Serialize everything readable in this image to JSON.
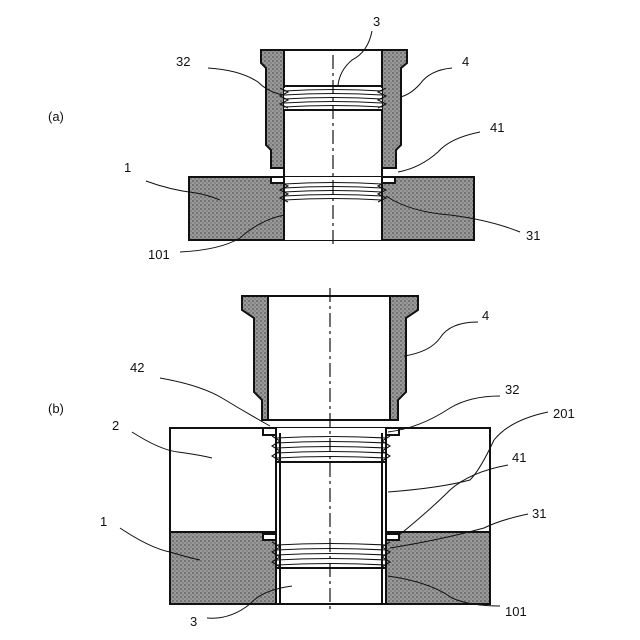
{
  "panels": {
    "a": {
      "tag": "(a)",
      "labels": {
        "l3": "3",
        "l32": "32",
        "l4": "4",
        "l41": "41",
        "l1": "1",
        "l31": "31",
        "l101": "101"
      }
    },
    "b": {
      "tag": "(b)",
      "labels": {
        "l4": "4",
        "l42": "42",
        "l32": "32",
        "l2": "2",
        "l201": "201",
        "l41": "41",
        "l1": "1",
        "l31": "31",
        "l3": "3",
        "l101": "101"
      }
    }
  },
  "colors": {
    "line": "#111111",
    "stipple_dot": "#555555",
    "background": "#ffffff"
  }
}
